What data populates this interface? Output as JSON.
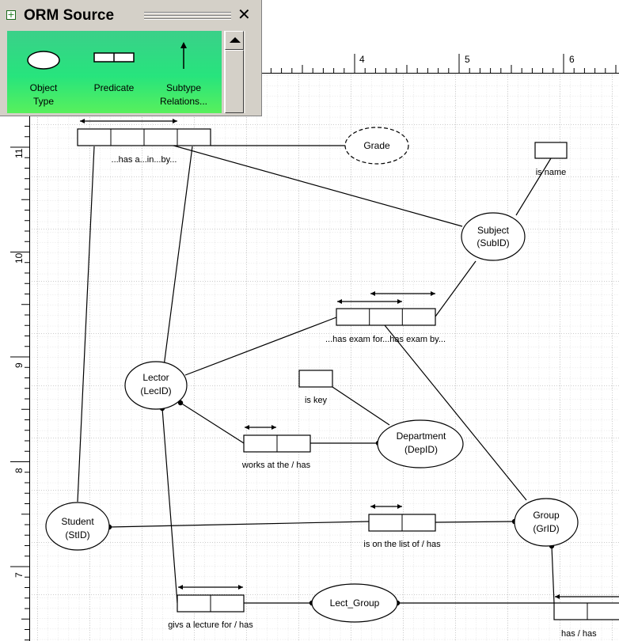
{
  "window": {
    "title": "ORM Source",
    "close_symbol": "✕",
    "app_icon": "orm-source-icon"
  },
  "toolbox": {
    "items": [
      {
        "label_line1": "Object",
        "label_line2": "Type",
        "icon": "object-type-icon"
      },
      {
        "label_line1": "Predicate",
        "label_line2": "",
        "icon": "predicate-icon"
      },
      {
        "label_line1": "Subtype",
        "label_line2": "Relations...",
        "icon": "subtype-arrow-icon"
      }
    ]
  },
  "rulers": {
    "horizontal_labels": [
      "4",
      "5",
      "6"
    ],
    "vertical_labels": [
      "11",
      "10",
      "9",
      "8",
      "7"
    ]
  },
  "diagram": {
    "entities": [
      {
        "id": "grade",
        "name": "Grade",
        "ref": "",
        "style": "dashed"
      },
      {
        "id": "subject",
        "name": "Subject",
        "ref": "(SubID)"
      },
      {
        "id": "lector",
        "name": "Lector",
        "ref": "(LecID)"
      },
      {
        "id": "department",
        "name": "Department",
        "ref": "(DepID)"
      },
      {
        "id": "student",
        "name": "Student",
        "ref": "(StID)"
      },
      {
        "id": "group",
        "name": "Group",
        "ref": "(GrID)"
      },
      {
        "id": "lect_group",
        "name": "Lect_Group",
        "ref": ""
      }
    ],
    "predicates": [
      {
        "id": "p_grade",
        "reading": "...has a...in...by...",
        "roles": 4
      },
      {
        "id": "p_name",
        "reading": "is name",
        "roles": 1
      },
      {
        "id": "p_exam",
        "reading": "...has exam for...has exam by...",
        "roles": 3
      },
      {
        "id": "p_key",
        "reading": "is key",
        "roles": 1
      },
      {
        "id": "p_works",
        "reading": "works at the / has",
        "roles": 2
      },
      {
        "id": "p_list",
        "reading": "is on the list of / has",
        "roles": 2
      },
      {
        "id": "p_lecture",
        "reading": "givs a lecture for / has",
        "roles": 2
      },
      {
        "id": "p_has",
        "reading": "has / has",
        "roles": 2
      }
    ]
  },
  "colors": {
    "toolbox_green": "#27e47d",
    "grid_dot": "#b4b4b4",
    "line": "#000000"
  }
}
